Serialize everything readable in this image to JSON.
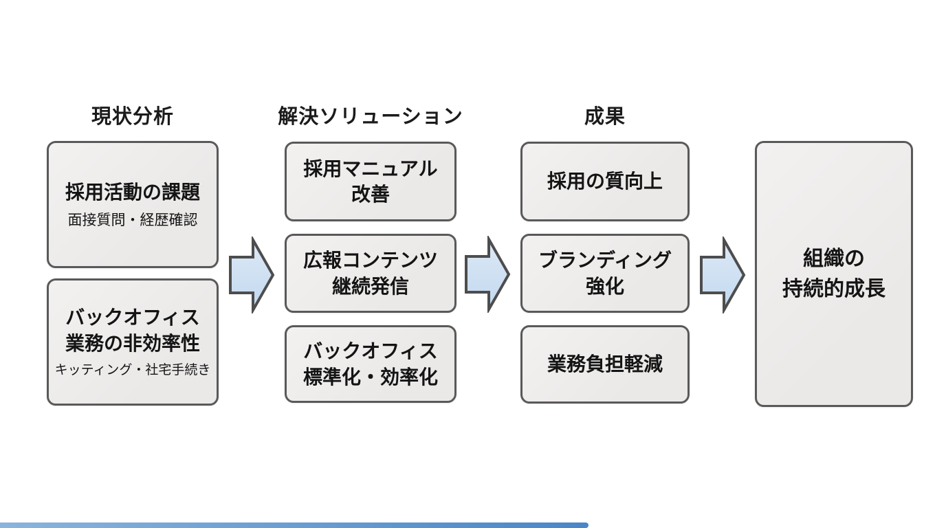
{
  "colors": {
    "background": "#ffffff",
    "box_fill": "#ededed",
    "box_border": "#595959",
    "arrow_fill": "#cfe0f2",
    "arrow_border": "#4d4d4d",
    "text": "#141414",
    "accent_bar": "#4a86c8"
  },
  "icons": {
    "flow_arrow": "block-arrow-right-icon"
  },
  "flow": {
    "columns": [
      {
        "header": "現状分析",
        "boxes": [
          {
            "title": "採用活動の課題",
            "subtitle": "面接質問・経歴確認"
          },
          {
            "title": "バックオフィス\n業務の非効率性",
            "subtitle": "キッティング・社宅手続き"
          }
        ]
      },
      {
        "header": "解決ソリューション",
        "boxes": [
          {
            "title": "採用マニュアル\n改善"
          },
          {
            "title": "広報コンテンツ\n継続発信"
          },
          {
            "title": "バックオフィス\n標準化・効率化"
          }
        ]
      },
      {
        "header": "成果",
        "boxes": [
          {
            "title": "採用の質向上"
          },
          {
            "title": "ブランディング\n強化"
          },
          {
            "title": "業務負担軽減"
          }
        ]
      },
      {
        "header": "",
        "boxes": [
          {
            "title": "組織の\n持続的成長"
          }
        ]
      }
    ]
  }
}
